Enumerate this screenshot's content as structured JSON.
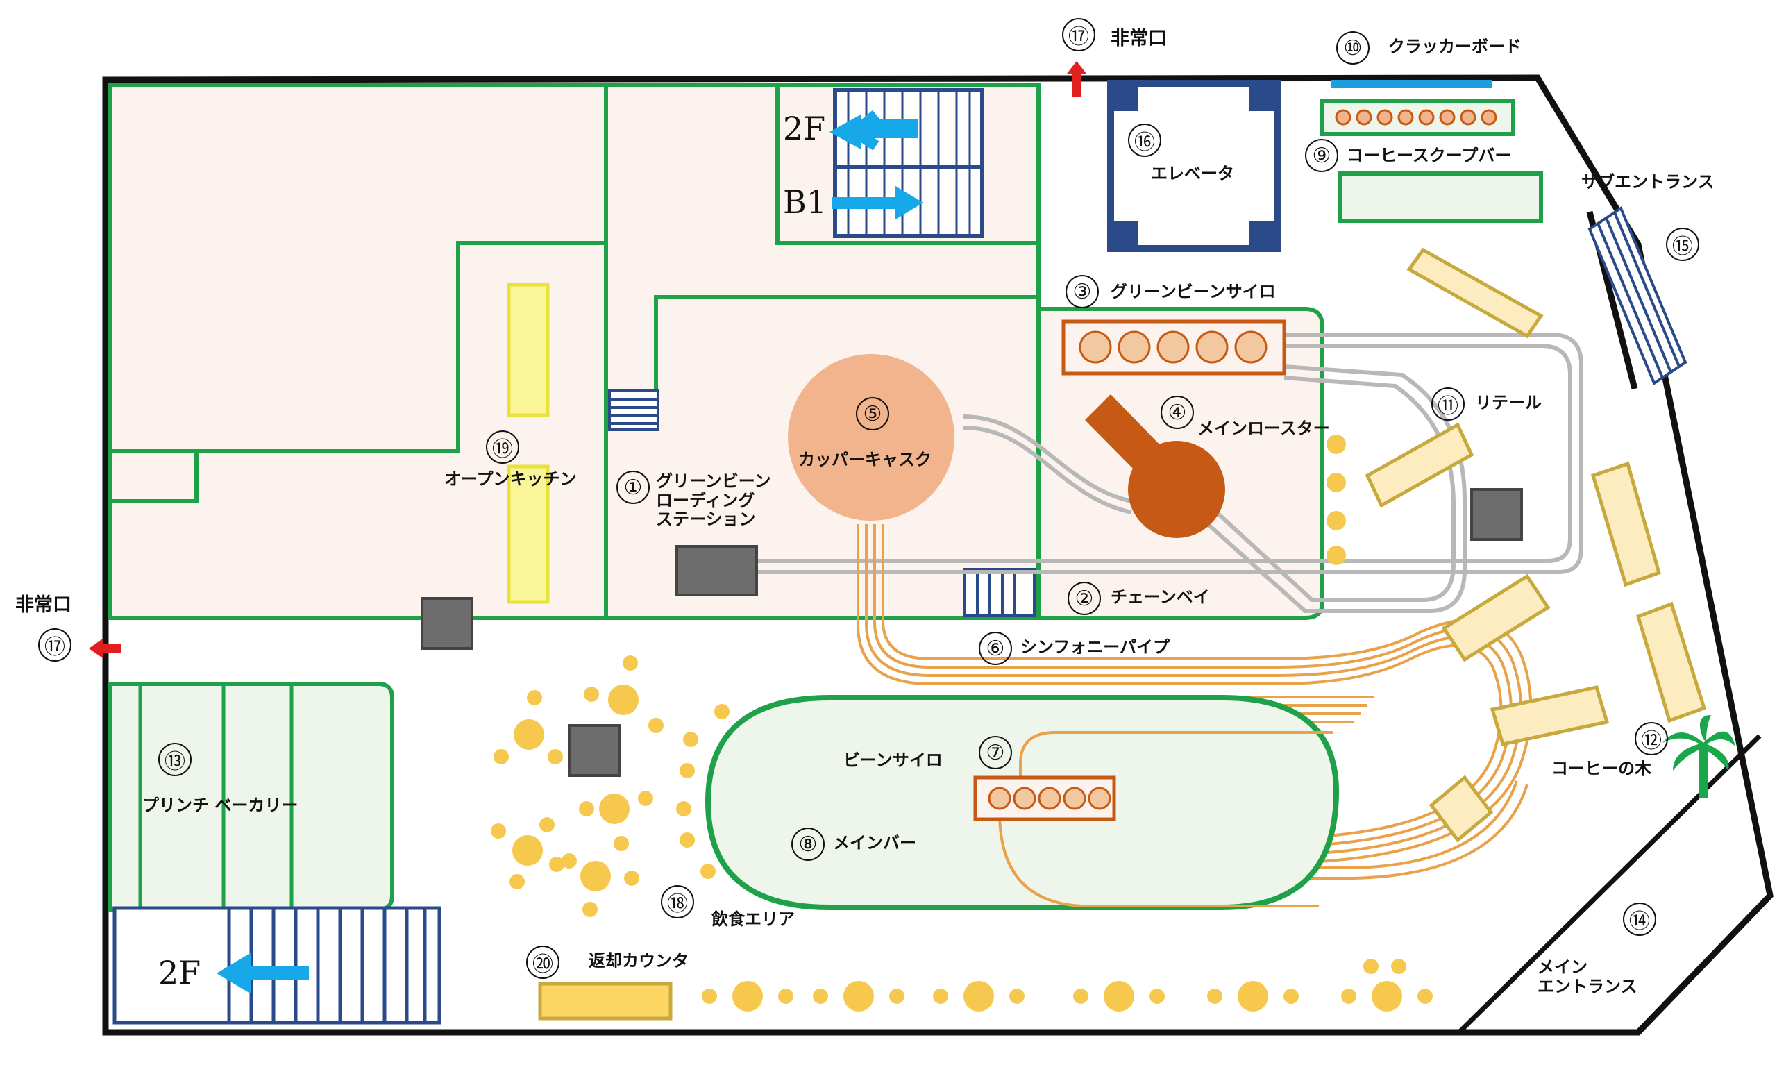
{
  "map": {
    "areas": [
      {
        "num": "①",
        "name": "グリーンビーン\nローディング\nステーション"
      },
      {
        "num": "②",
        "name": "チェーンベイ"
      },
      {
        "num": "③",
        "name": "グリーンビーンサイロ"
      },
      {
        "num": "④",
        "name": "メインロースター"
      },
      {
        "num": "⑤",
        "name": "カッパーキャスク"
      },
      {
        "num": "⑥",
        "name": "シンフォニーパイプ"
      },
      {
        "num": "⑦",
        "name": "ビーンサイロ"
      },
      {
        "num": "⑧",
        "name": "メインバー"
      },
      {
        "num": "⑨",
        "name": "コーヒースクープバー"
      },
      {
        "num": "⑩",
        "name": "クラッカーボード"
      },
      {
        "num": "⑪",
        "name": "リテール"
      },
      {
        "num": "⑫",
        "name": "コーヒーの木"
      },
      {
        "num": "⑬",
        "name": "プリンチ ベーカリー"
      },
      {
        "num": "⑭",
        "name": "メイン\nエントランス"
      },
      {
        "num": "⑮",
        "name": "サブエントランス"
      },
      {
        "num": "⑯",
        "name": "エレベータ"
      },
      {
        "num": "⑰",
        "name": "非常口"
      },
      {
        "num": "⑱",
        "name": "飲食エリア"
      },
      {
        "num": "⑲",
        "name": "オープンキッチン"
      },
      {
        "num": "⑳",
        "name": "返却カウンタ"
      }
    ],
    "stairs": {
      "up_top": "2F",
      "down_top": "B1",
      "up_bottom": "2F"
    },
    "colors": {
      "wall": "#111111",
      "zone_outline": "#1fa14a",
      "zone_fill": "#fdf3ee",
      "bar_fill": "#eef5ea",
      "stairs": "#2a4a8a",
      "arrow_blue": "#16a8e8",
      "exit_red": "#e02020",
      "cask": "#f2b48c",
      "roaster": "#c65a14",
      "pipe_orange": "#e9a24a",
      "pipe_gray": "#b8b8b8",
      "seat": "#f6c94e",
      "table": "#6d6d6d",
      "counter": "#c8a93e",
      "kitchen_yellow": "#fbf59a",
      "palm": "#1aa64a",
      "crackerboard": "#1e9ee0"
    }
  }
}
